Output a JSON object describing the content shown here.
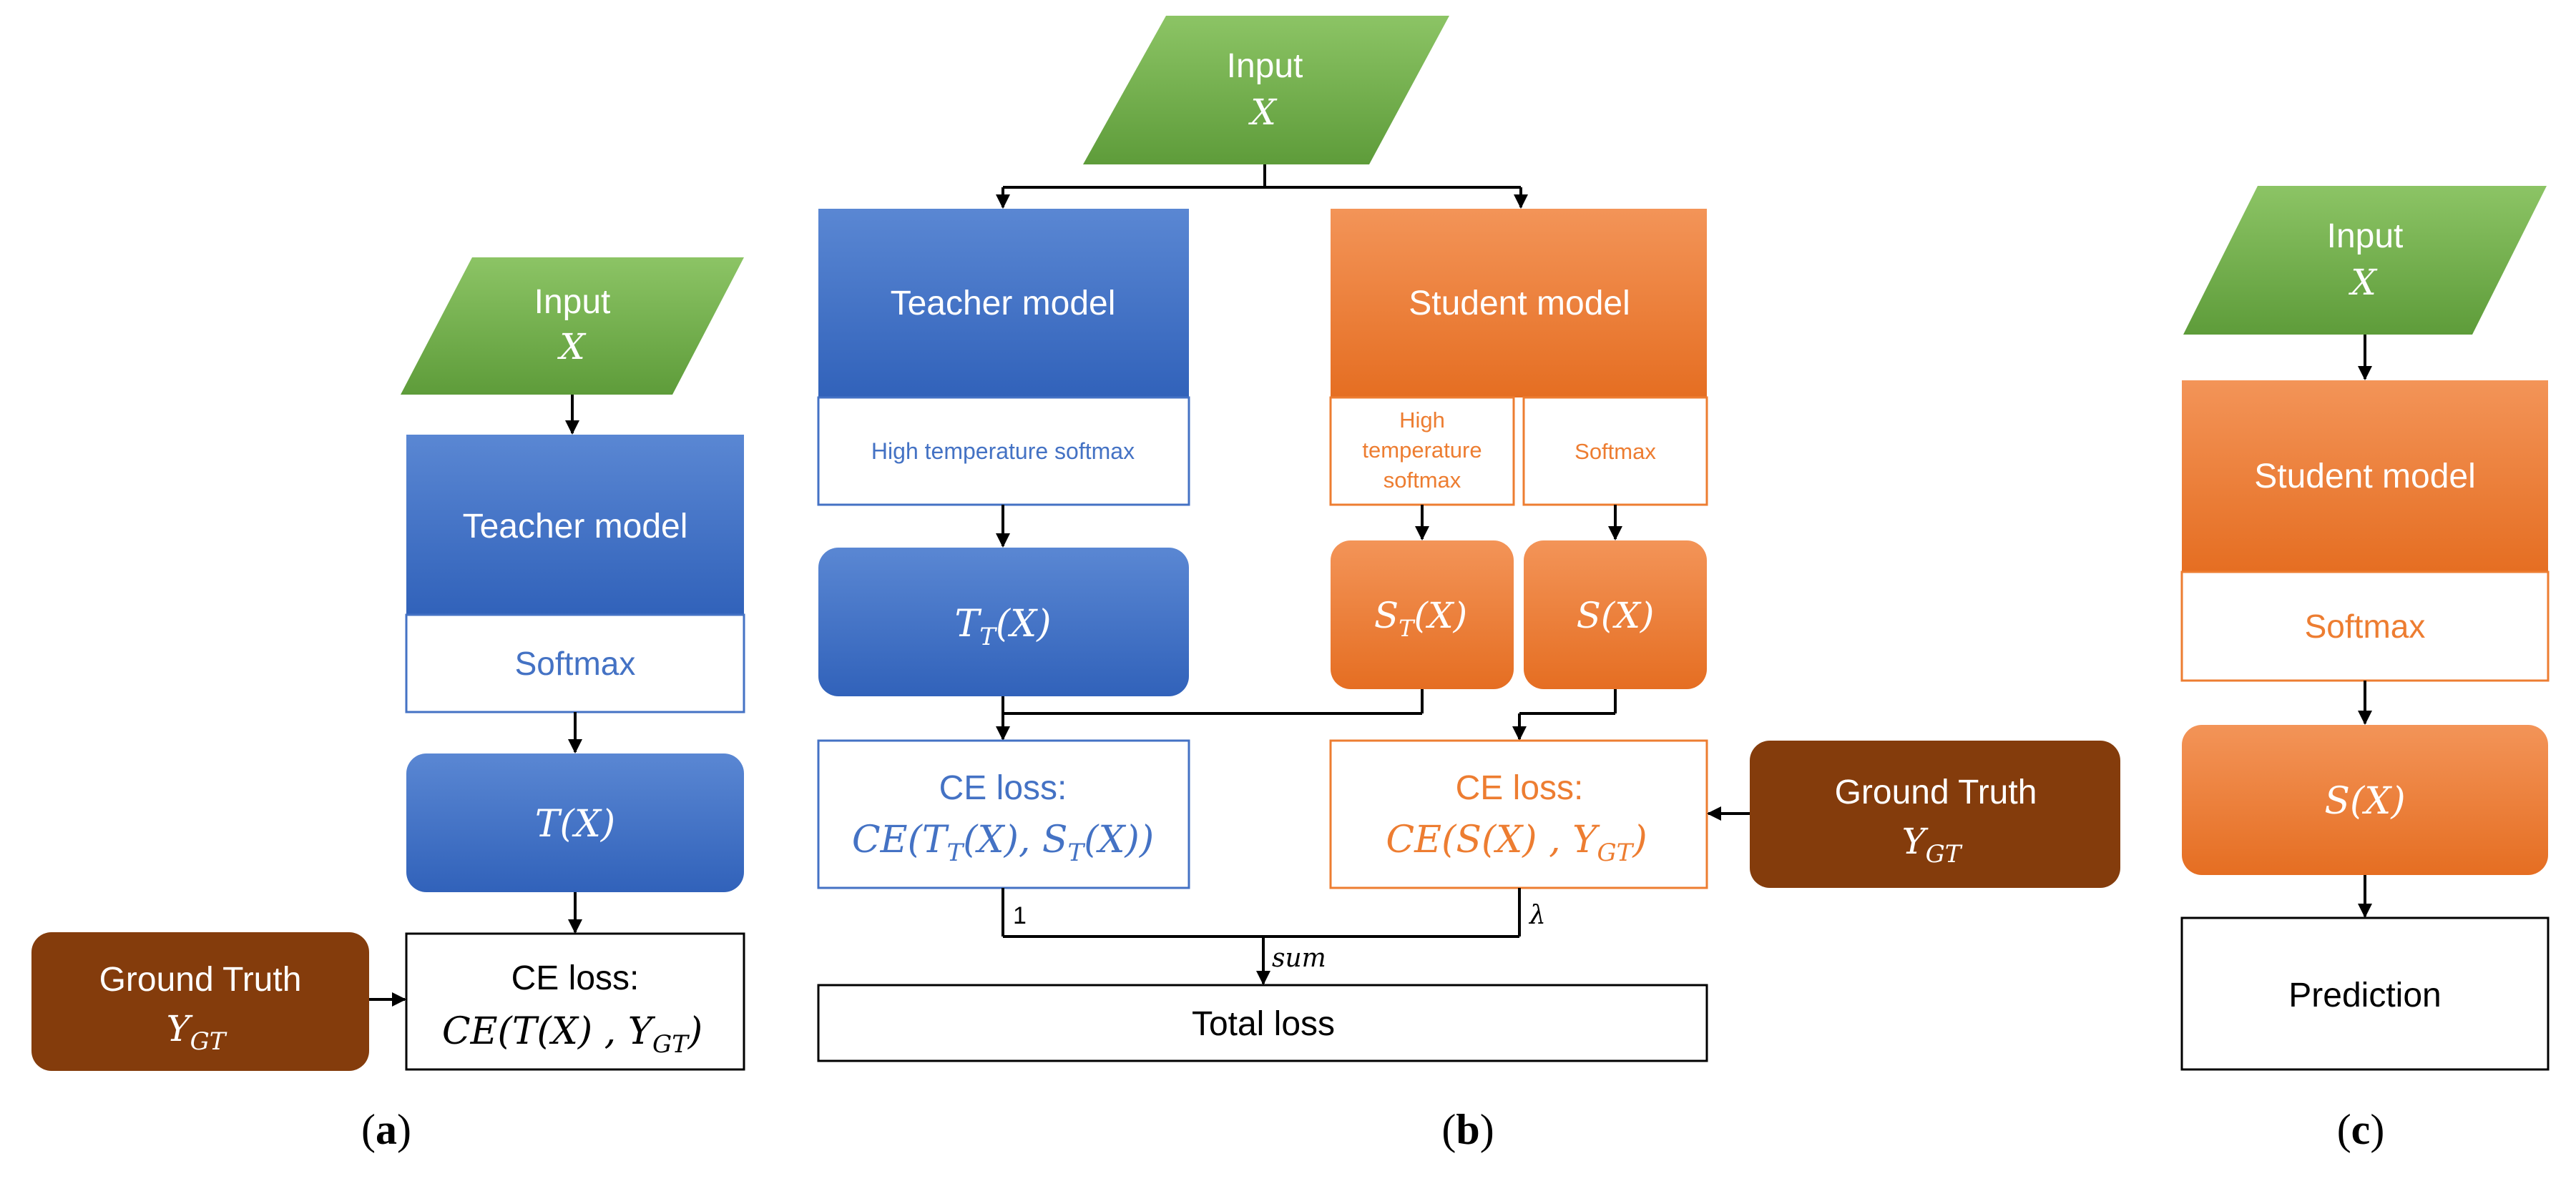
{
  "colors": {
    "green": "#70AD47",
    "blue": "#4472C4",
    "orange": "#ED7D31",
    "brown": "#843C0C",
    "black": "#000000",
    "white": "#FFFFFF"
  },
  "panel_a": {
    "input_label": "Input",
    "input_var": "X",
    "teacher_model": "Teacher model",
    "softmax": "Softmax",
    "output": "T(X)",
    "loss_title": "CE loss:",
    "loss_expr": "CE(T(X) , Y",
    "loss_sub": "GT",
    "loss_close": ")",
    "gt_title": "Ground Truth",
    "gt_var": "Y",
    "gt_sub": "GT",
    "caption_open": "(",
    "caption_letter": "a",
    "caption_close": ")"
  },
  "panel_b": {
    "input_label": "Input",
    "input_var": "X",
    "teacher_model": "Teacher model",
    "teacher_softmax": "High temperature softmax",
    "student_model": "Student model",
    "student_ht_softmax": [
      "High",
      "temperature",
      "softmax"
    ],
    "student_softmax": "Softmax",
    "tt_base": "T",
    "tt_sub": "T",
    "tt_rest": "(X)",
    "st_base": "S",
    "st_sub": "T",
    "st_rest": "(X)",
    "s_output": "S(X)",
    "loss1_title": "CE loss:",
    "loss1_expr": "CE(T",
    "loss1_sub1": "T",
    "loss1_mid": "(X), S",
    "loss1_sub2": "T",
    "loss1_end": "(X))",
    "loss2_title": "CE loss:",
    "loss2_expr": "CE(S(X) , Y",
    "loss2_sub": "GT",
    "loss2_close": ")",
    "gt_title": "Ground Truth",
    "gt_var": "Y",
    "gt_sub": "GT",
    "weight_1": "1",
    "weight_lambda": "λ",
    "sum_label": "sum",
    "total_loss": "Total loss",
    "caption_open": "(",
    "caption_letter": "b",
    "caption_close": ")"
  },
  "panel_c": {
    "input_label": "Input",
    "input_var": "X",
    "student_model": "Student model",
    "softmax": "Softmax",
    "output": "S(X)",
    "prediction": "Prediction",
    "caption_open": "(",
    "caption_letter": "c",
    "caption_close": ")"
  }
}
